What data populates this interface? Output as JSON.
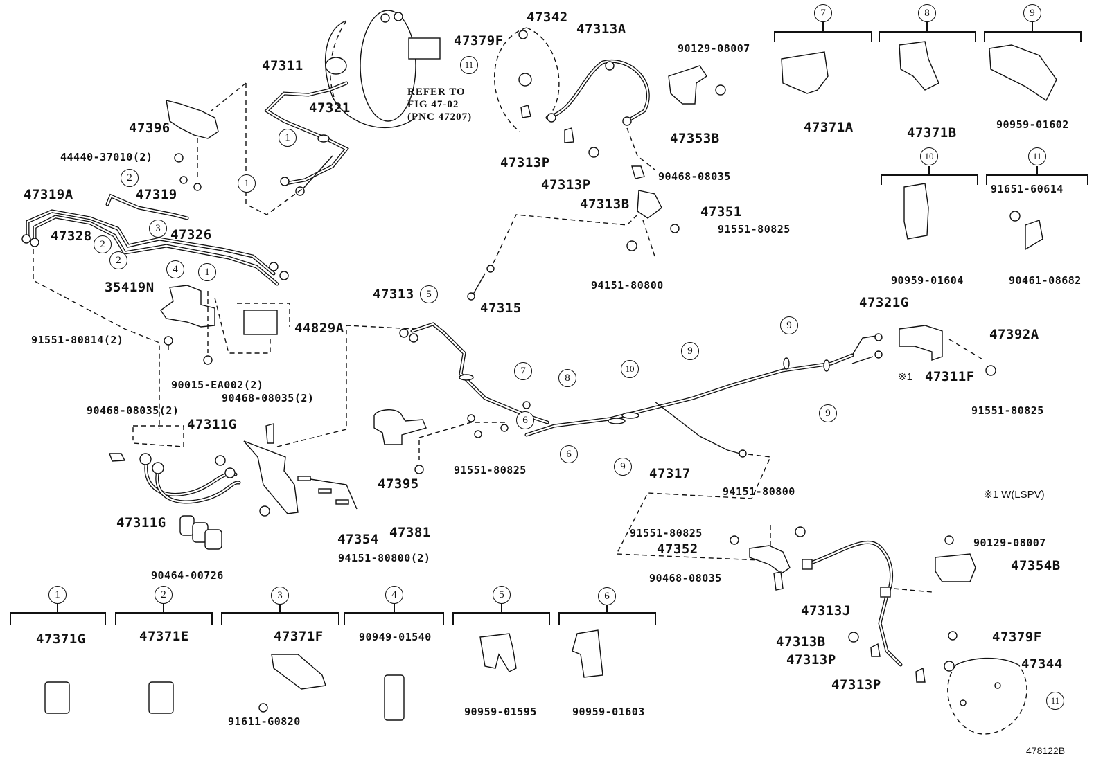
{
  "diagram": {
    "figure_id": "478122B",
    "footnote": "※1 W(LSPV)",
    "refer_note": [
      "REFER TO",
      "FIG 47-02",
      "(PNC 47207)"
    ]
  },
  "labels": {
    "p47311": "47311",
    "p47321": "47321",
    "p47396": "47396",
    "p44440": "44440-37010(2)",
    "p47319A": "47319A",
    "p47319": "47319",
    "p47328": "47328",
    "p47326": "47326",
    "p35419N": "35419N",
    "p44829A": "44829A",
    "p91551_80814": "91551-80814(2)",
    "p90015": "90015-EA002(2)",
    "p90468_L": "90468-08035(2)",
    "p90468_M": "90468-08035(2)",
    "p47311G_top": "47311G",
    "p47311G_bot": "47311G",
    "p90464": "90464-00726",
    "p47354": "47354",
    "p47381": "47381",
    "p94151_2": "94151-80800(2)",
    "p47342": "47342",
    "p47313A": "47313A",
    "p47379F_top": "47379F",
    "p90129_top": "90129-08007",
    "p47353B": "47353B",
    "p47313P_a": "47313P",
    "p47313P_b": "47313P",
    "p47313B_top": "47313B",
    "p90468_top": "90468-08035",
    "p47351": "47351",
    "p91551_top": "91551-80825",
    "p94151_top": "94151-80800",
    "p47313": "47313",
    "p47315": "47315",
    "p47395": "47395",
    "p91551_mid": "91551-80825",
    "p47317": "47317",
    "p47321G": "47321G",
    "p47392A": "47392A",
    "p47311F_mark": "※1",
    "p47311F": "47311F",
    "p91551_right": "91551-80825",
    "p94151_bot": "94151-80800",
    "p91551_bot": "91551-80825",
    "p47352": "47352",
    "p90468_bot": "90468-08035",
    "p90129_bot": "90129-08007",
    "p47354B": "47354B",
    "p47313J": "47313J",
    "p47313B_bot": "47313B",
    "p47313P_c": "47313P",
    "p47313P_d": "47313P",
    "p47379F_bot": "47379F",
    "p47344": "47344"
  },
  "callouts_on_drawing": {
    "c1_a": "1",
    "c1_b": "1",
    "c1_c": "1",
    "c2_a": "2",
    "c2_b": "2",
    "c2_c": "2",
    "c3": "3",
    "c4": "4",
    "c5": "5",
    "c6_a": "6",
    "c6_b": "6",
    "c7": "7",
    "c8": "8",
    "c9_a": "9",
    "c9_b": "9",
    "c9_c": "9",
    "c9_d": "9",
    "c10": "10",
    "c11_a": "11",
    "c11_b": "11"
  },
  "clip_legend": [
    {
      "ref": "1",
      "parts": [
        "47371G"
      ]
    },
    {
      "ref": "2",
      "parts": [
        "47371E"
      ]
    },
    {
      "ref": "3",
      "parts": [
        "47371F",
        "91611-G0820"
      ]
    },
    {
      "ref": "4",
      "parts": [
        "90949-01540"
      ]
    },
    {
      "ref": "5",
      "parts": [
        "90959-01595"
      ]
    },
    {
      "ref": "6",
      "parts": [
        "90959-01603"
      ]
    },
    {
      "ref": "7",
      "parts": [
        "47371A"
      ]
    },
    {
      "ref": "8",
      "parts": [
        "47371B"
      ]
    },
    {
      "ref": "9",
      "parts": [
        "90959-01602"
      ]
    },
    {
      "ref": "10",
      "parts": [
        "90959-01604"
      ]
    },
    {
      "ref": "11",
      "parts": [
        "91651-60614",
        "90461-08682"
      ]
    }
  ]
}
